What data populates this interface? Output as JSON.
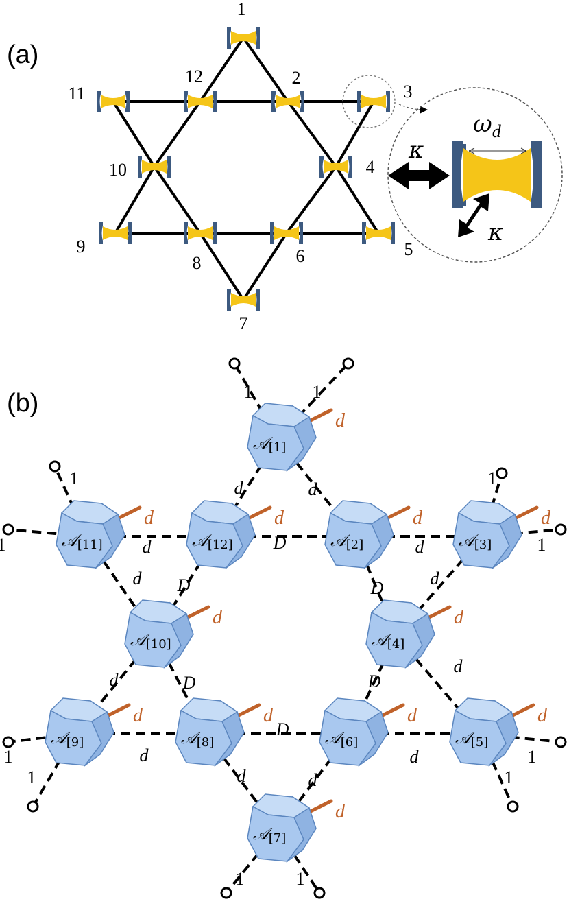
{
  "panel_a": {
    "label": "(a)",
    "cavities": [
      {
        "id": "1",
        "label": "1"
      },
      {
        "id": "2",
        "label": "2"
      },
      {
        "id": "3",
        "label": "3"
      },
      {
        "id": "4",
        "label": "4"
      },
      {
        "id": "5",
        "label": "5"
      },
      {
        "id": "6",
        "label": "6"
      },
      {
        "id": "7",
        "label": "7"
      },
      {
        "id": "8",
        "label": "8"
      },
      {
        "id": "9",
        "label": "9"
      },
      {
        "id": "10",
        "label": "10"
      },
      {
        "id": "11",
        "label": "11"
      },
      {
        "id": "12",
        "label": "12"
      }
    ],
    "inset": {
      "omega_symbol": "ω",
      "omega_subscript": "d",
      "kappa_left": "κ",
      "kappa_bottom": "κ"
    }
  },
  "panel_b": {
    "label": "(b)",
    "blocks": [
      {
        "id": "1",
        "sub": "[1]"
      },
      {
        "id": "2",
        "sub": "[2]"
      },
      {
        "id": "3",
        "sub": "[3]"
      },
      {
        "id": "4",
        "sub": "[4]"
      },
      {
        "id": "5",
        "sub": "[5]"
      },
      {
        "id": "6",
        "sub": "[6]"
      },
      {
        "id": "7",
        "sub": "[7]"
      },
      {
        "id": "8",
        "sub": "[8]"
      },
      {
        "id": "9",
        "sub": "[9]"
      },
      {
        "id": "10",
        "sub": "[10]"
      },
      {
        "id": "11",
        "sub": "[11]"
      },
      {
        "id": "12",
        "sub": "[12]"
      }
    ],
    "block_symbol": "𝒜",
    "bond_d": "d",
    "bond_D": "D",
    "leg_one": "1",
    "open_leg": "d"
  },
  "colors": {
    "mirror": "#3d5a80",
    "mode": "#f5c518",
    "block_front": "#a9c8ef",
    "block_side": "#8fb3e2",
    "block_top": "#c6dcf6",
    "block_edge": "#5b86bf",
    "open_leg": "#c0622a"
  }
}
